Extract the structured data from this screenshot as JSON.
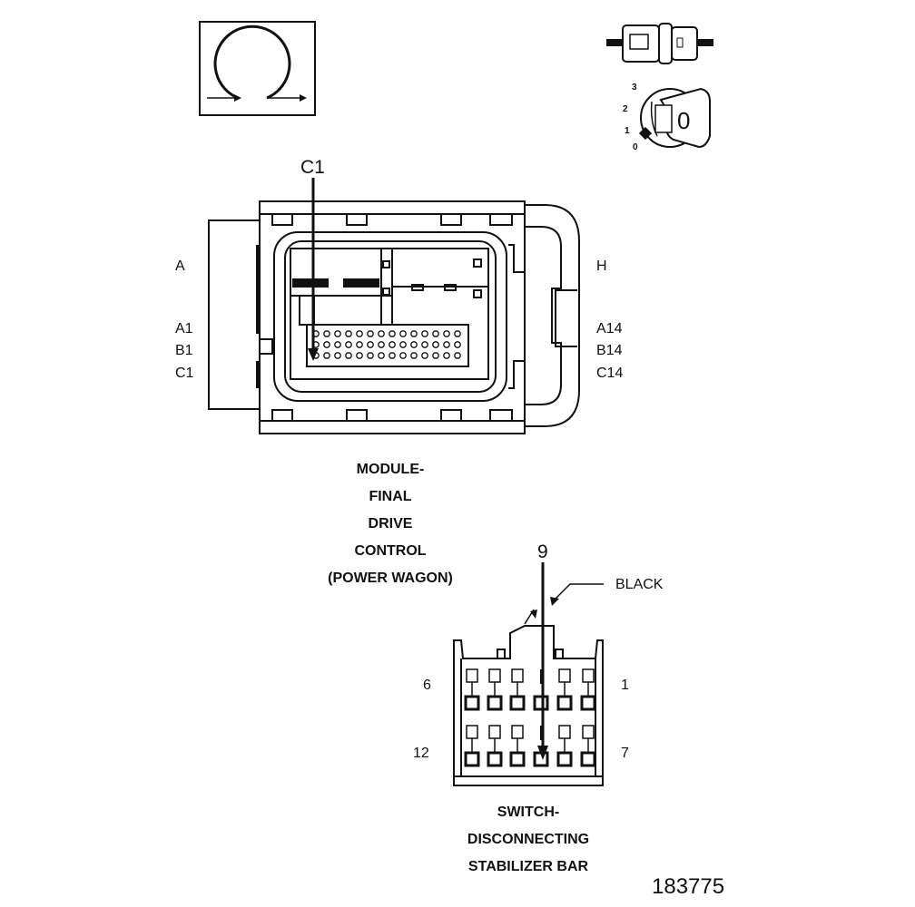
{
  "top_icons": {
    "rotation_icon": "rotate-arrow-icon",
    "connector_icon": "connector-plug-icon",
    "ignition_icon": "ignition-key-icon",
    "ignition_positions": [
      "3",
      "2",
      "1",
      "0"
    ],
    "key_label": "0"
  },
  "module_connector": {
    "callout": "C1",
    "left_labels": {
      "top": "A",
      "row_a": "A1",
      "row_b": "B1",
      "row_c": "C1"
    },
    "right_labels": {
      "top": "H",
      "row_a": "A14",
      "row_b": "B14",
      "row_c": "C14"
    },
    "title_lines": [
      "MODULE-",
      "FINAL",
      "DRIVE",
      "CONTROL",
      "(POWER WAGON)"
    ]
  },
  "switch_connector": {
    "callout": "9",
    "wire_color": "BLACK",
    "left_labels": {
      "top": "6",
      "bottom": "12"
    },
    "right_labels": {
      "top": "1",
      "bottom": "7"
    },
    "title_lines": [
      "SWITCH-",
      "DISCONNECTING",
      "STABILIZER BAR"
    ]
  },
  "figure_number": "183775"
}
